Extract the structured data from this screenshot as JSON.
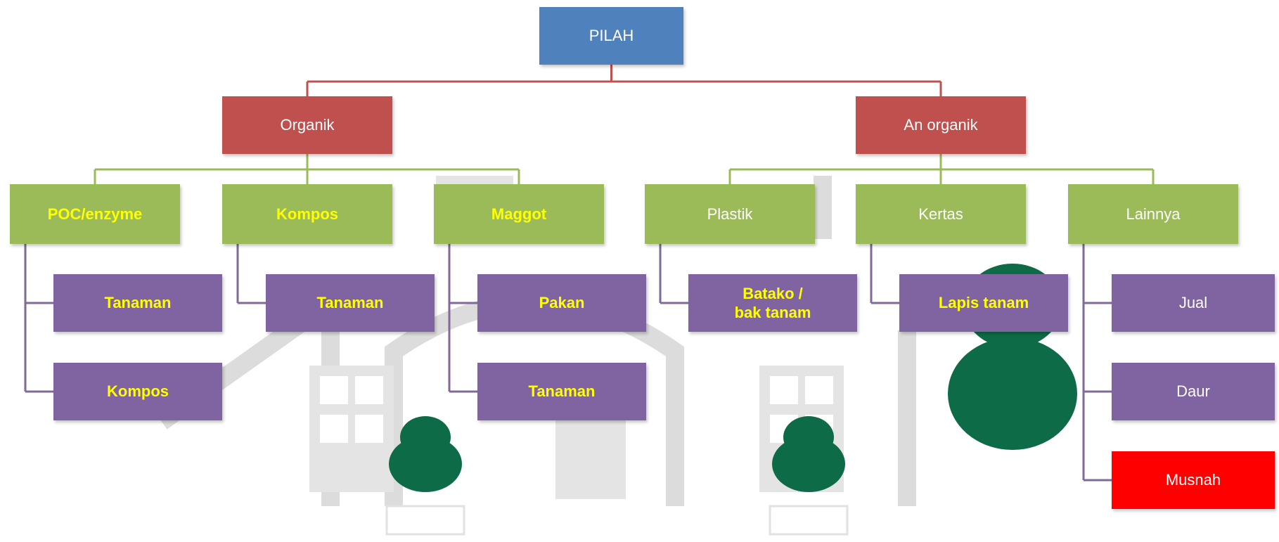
{
  "colors": {
    "root": "#4f81bd",
    "level1": "#c0504d",
    "level2": "#9bbb59",
    "leaf": "#8064a2",
    "alert": "#ff0000",
    "highlight_text": "#ffff00",
    "connector_l1": "#c0504d",
    "connector_l2": "#9bbb59",
    "connector_leaf": "#7f6a9a",
    "watermark_gray": "#d9d9d9",
    "watermark_green": "#0d6b47"
  },
  "root": {
    "label": "PILAH"
  },
  "organik": {
    "label": "Organik",
    "children": [
      {
        "label": "POC/enzyme",
        "leaves": [
          "Tanaman",
          "Kompos"
        ]
      },
      {
        "label": "Kompos",
        "leaves": [
          "Tanaman"
        ]
      },
      {
        "label": "Maggot",
        "leaves": [
          "Pakan",
          "Tanaman"
        ]
      }
    ]
  },
  "anorganik": {
    "label": "An organik",
    "children": [
      {
        "label": "Plastik",
        "leaves": [
          "Batako /\nbak tanam"
        ]
      },
      {
        "label": "Kertas",
        "leaves": [
          "Lapis tanam"
        ]
      },
      {
        "label": "Lainnya",
        "leaves": [
          "Jual",
          "Daur",
          "Musnah"
        ]
      }
    ]
  }
}
